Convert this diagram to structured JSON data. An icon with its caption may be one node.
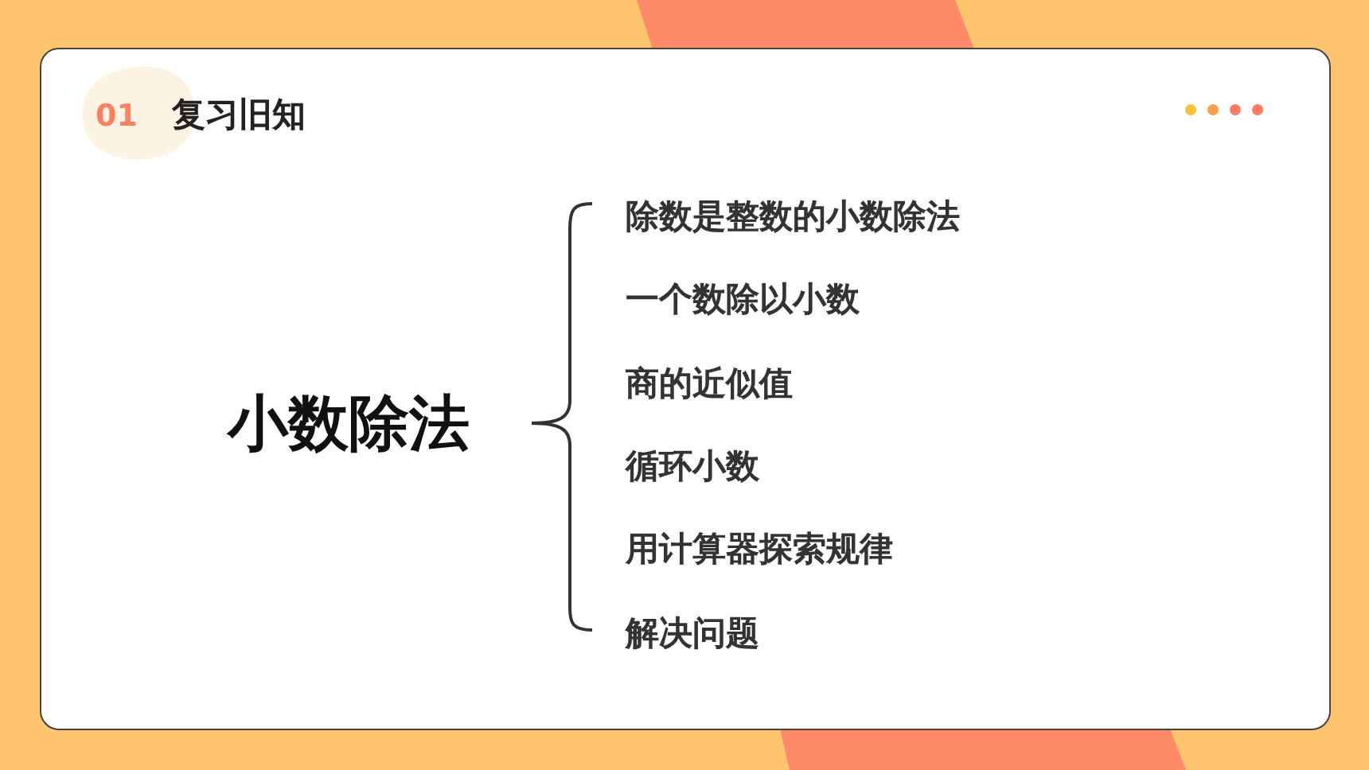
{
  "diagram": {
    "title": "复习旧知",
    "labels": [
      "01",
      "小数除法",
      "除数是整数的小数除法",
      "一个数除以小数",
      "商的近似值",
      "循环小数",
      "用计算器探索规律",
      "解决问题"
    ]
  }
}
